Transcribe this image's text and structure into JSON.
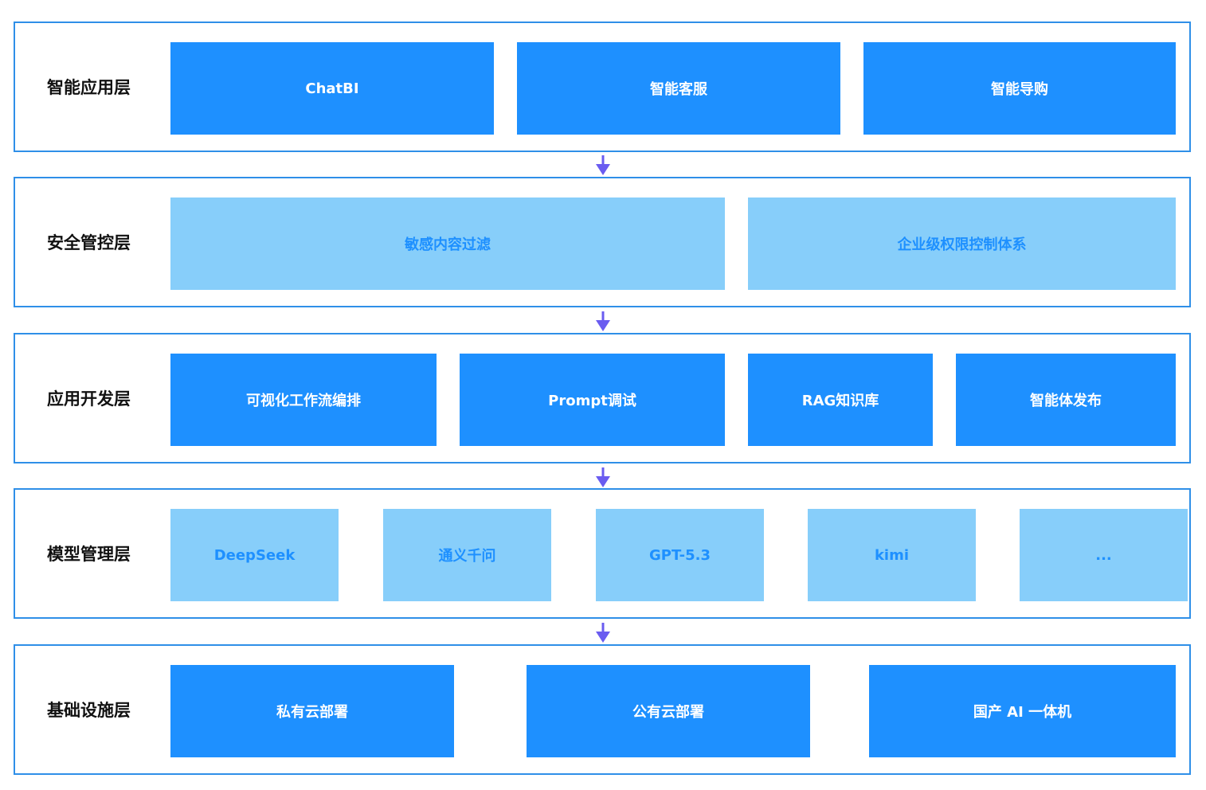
{
  "layers": [
    {
      "label": "智能应用层",
      "style": "dark",
      "items": [
        "ChatBI",
        "智能客服",
        "智能导购"
      ]
    },
    {
      "label": "安全管控层",
      "style": "light",
      "items": [
        "敏感内容过滤",
        "企业级权限控制体系"
      ]
    },
    {
      "label": "应用开发层",
      "style": "dark",
      "items": [
        "可视化工作流编排",
        "Prompt调试",
        "RAG知识库",
        "智能体发布"
      ]
    },
    {
      "label": "模型管理层",
      "style": "light",
      "items": [
        "DeepSeek",
        "通义千问",
        "GPT-5.3",
        "kimi",
        "..."
      ]
    },
    {
      "label": "基础设施层",
      "style": "dark",
      "items": [
        "私有云部署",
        "公有云部署",
        "国产 AI 一体机"
      ]
    }
  ],
  "colors": {
    "border": "#2f8fe8",
    "dark_box": "#1e90ff",
    "light_box": "#87cefa",
    "arrow": "#6a5cf0"
  }
}
